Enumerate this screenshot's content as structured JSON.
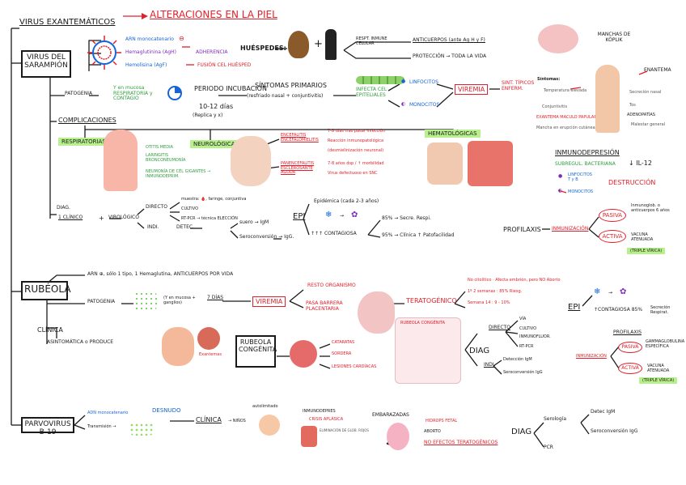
{
  "title": "VIRUS EXANTEMÁTICOS",
  "subtitle": "ALTERACIONES EN LA PIEL",
  "sarampion": {
    "box": "VIRUS DEL SARAMPIÓN",
    "arn": "ARN monocatenario",
    "hemaglutinina": "Hemaglutinina (AgH)",
    "adherencia": "ADHERENCIA",
    "hemolisina": "Hemolisina (AgF)",
    "fusion": "FUSIÓN CEL HUÉSPED",
    "huespedes": "HUÉSPEDES:",
    "respt": "RESPT. INMUNE CELULAR",
    "anticuerpos": "ANTICUERPOS (ante Ag H y F)",
    "proteccion": "PROTECCIÓN → TODA LA VIDA",
    "patogenia": "PATOGENIA",
    "via": "Y en mucosa RESPIRATORIA y CONTAGIO",
    "periodo": "PERIODO INCUBACIÓN",
    "dias": "10-12 días",
    "replica": "(Replica y x)",
    "sintomas": "SÍNTOMAS PRIMARIOS",
    "sint_detalle": "(resfriado nasal + conjuntivitis)",
    "infecta": "INFECTA CEL EPITELIALES",
    "linfocitos": "LINFOCITOS",
    "monocitos": "MONOCITOS",
    "viremia": "VIREMIA",
    "sint_tipicos": "SINT. TÍPICOS ENFERM.",
    "manchas": "MANCHAS DE KÖPLIK",
    "enantema": "ENANTEMA",
    "sintomas_titulo": "Síntomas:",
    "sint_list": [
      "Temperatura elevada",
      "Conjuntivitis",
      "EXANTEMA MACULO PAPULAR",
      "Mancha en erupción cutánea",
      "Secreción nasal",
      "Tos",
      "ADENOPATÍAS",
      "Malestar general"
    ],
    "complicaciones": "COMPLICACIONES",
    "respiratorias": "RESPIRATORIAS",
    "resp_list": [
      "OTITIS MEDIA",
      "LARINGITIS BRONCONEUMONÍA",
      "NEUMONÍA DE CÉL GIGANTES → INMUNODEPRIM."
    ],
    "neurologicas": "NEUROLÓGICAS",
    "encefalitis": "ENCEFALITIS ENCEFALOMIELITIS",
    "enc_det1": "7-8 días tras pasar infección",
    "enc_det2": "Reacción inmunopatológica",
    "enc_det3": "(desmielinización neuronal)",
    "panencefalitis": "PANENCEFALITIS ESCLEROSANTE AGUDA",
    "pan_det1": "7-8 años dsp / ↑ morbilidad",
    "pan_det2": "Virus defectuoso en SNC",
    "hematologicas": "HEMATOLÓGICAS",
    "inmunodepresion": "INMUNODEPRESIÓN",
    "subreg": "SUBREGUL. BACTERIANA",
    "il12": "↓ IL-12",
    "linf_tb": "LINFOCITOS T y B",
    "monocitos2": "MONOCITOS",
    "destruccion": "DESTRUCCIÓN",
    "diag": "DIAG.",
    "clinico": "1 CLÍNICO",
    "virologico": "VIROLÓGICO",
    "directo": "DIRECTO",
    "muestra": "muestra: 🩸, faringe, conjuntiva",
    "cultivo": "CULTIVO",
    "rtpcr": "RT-PCR → técnica ELECCIÓN",
    "indi": "INDI.",
    "detec": "DETEC.",
    "suero": "suero → IgM",
    "seroconv": "Seroconversión → IgG.",
    "epi": "EPI",
    "epidemica": "Epidémica (cada 2-3 años)",
    "contagiosa": "↑↑↑ CONTAGIOSA",
    "p85": "85% → Secre. Respi.",
    "p95": "95% → Clínica ↑ Patofacilidad",
    "profilaxis": "PROFILAXIS",
    "inmunizacion": "INMUNIZACIÓN",
    "pasiva": "PASIVA",
    "activa": "ACTIVA",
    "pasiva_det": "Inmunoglob. o anticuerpos 6 años",
    "vacuna": "VACUNA ATENUADA",
    "triple": "(TRIPLE VÍRICA)"
  },
  "rubeola": {
    "box": "RUBÉOLA",
    "arn": "ARN ⊕, sólo 1 tipo, 1 Hemaglutina, ANTICUERPOS POR VIDA",
    "patogenia": "PATOGENIA",
    "mucosa": "(Y en mucosa + ganglios)",
    "dias": "7 DÍAS",
    "viremia": "VIREMIA",
    "resto": "RESTO ORGANISMO",
    "barrera": "PASA BARRERA PLACENTARIA",
    "teratogenico": "TERATOGÉNICO",
    "citolitico": "No citolítico · Afecta embrión, pero NO Aborto",
    "semanas1": "1º 2 semanas : 85% Riesg.",
    "semanas2": "Semana 14 : 9 - 10%",
    "epi": "EPI",
    "contagiosa": "↑CONTAGIOSA 85%",
    "secrecion": "Secreción Respirat.",
    "clinica": "CLÍNICA",
    "asint": "ASINTOMÁTICA o PRODUCE",
    "exantema": "Exantemas",
    "congenita_box": "RUBEOLA CONGÉNITA",
    "cataratas": "CATARATAS",
    "sordera": "SORDERA",
    "lesiones": "LESIONES CARDÍACAS",
    "panel_title": "RUBEOLA CONGÉNITA",
    "diag": "DIAG",
    "directo": "DIRECTO",
    "via": "VÍA",
    "cultivo": "CULTIVO",
    "inmuno": "INMUNOFLUOR.",
    "rtpcr": "RT-PCR",
    "indi": "INDI.",
    "detec": "Detección IgM",
    "seroconv": "Seroconversión IgG",
    "profilaxis": "PROFILAXIS",
    "inmunizacion": "INMUNIZACIÓN",
    "pasiva": "PASIVA",
    "activa": "ACTIVA",
    "gamma": "GAMMAGLOBULINA ESPECÍFICA",
    "vacuna": "VACUNA ATENUADA",
    "triple": "(TRIPLE VÍRICA)"
  },
  "parvovirus": {
    "box": "PARVOVIRUS B-19",
    "adn": "ADN monocatenario",
    "desnudo": "DESNUDO",
    "transmision": "Transmisión →",
    "clinica": "CLÍNICA",
    "ninos": "→ NIÑOS",
    "autolimitado": "autolimitado",
    "inmunodep": "INMUNODEPRES",
    "crisis": "CRISIS APLÁSICA",
    "eliminacion": "ELIMINACIÓN DE GLOB. ROJOS",
    "embarazadas": "EMBARAZADAS",
    "hidrops": "HIDROPS FETAL",
    "aborto": "ABORTO",
    "no_efectos": "NO EFECTOS TERATOGÉNICOS",
    "diag": "DIAG",
    "serologia": "Serología",
    "detec": "Detec IgM",
    "seroconv": "Seroconversión IgG",
    "pcr": "PCR"
  }
}
